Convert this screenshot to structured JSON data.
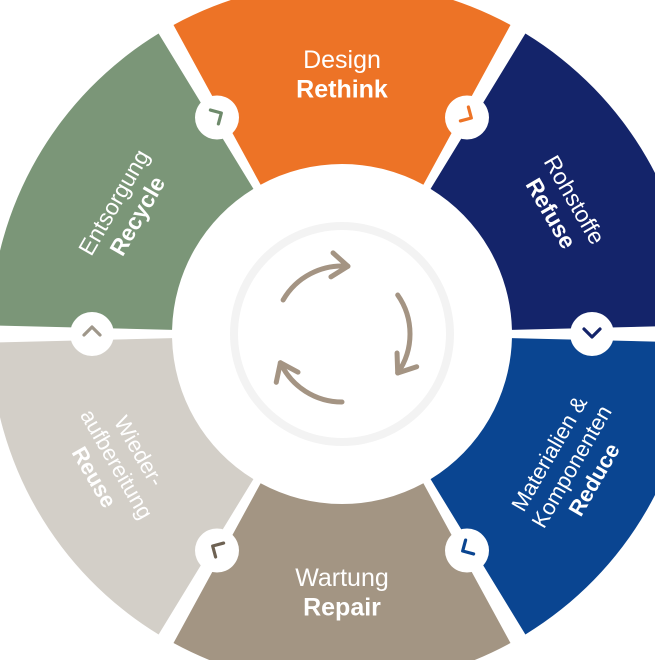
{
  "diagram": {
    "segments": [
      {
        "key": "design",
        "lines": [
          "Design"
        ],
        "strong": "Rethink",
        "color": "#ED7326",
        "text_color": "#ffffff",
        "marker_color": "#ED7326"
      },
      {
        "key": "rohstoffe",
        "lines": [
          "Rohstoffe"
        ],
        "strong": "Refuse",
        "color": "#14246A",
        "text_color": "#ffffff",
        "marker_color": "#14246A"
      },
      {
        "key": "materialien",
        "lines": [
          "Materialien &",
          "Komponenten"
        ],
        "strong": "Reduce",
        "color": "#0A4591",
        "text_color": "#ffffff",
        "marker_color": "#0A4591"
      },
      {
        "key": "wartung",
        "lines": [
          "Wartung"
        ],
        "strong": "Repair",
        "color": "#A39583",
        "text_color": "#ffffff",
        "marker_color": "#6E6253"
      },
      {
        "key": "wieder",
        "lines": [
          "Wieder-",
          "aufbereitung"
        ],
        "strong": "Reuse",
        "color": "#D3CFC8",
        "text_color": "#ffffff",
        "marker_color": "#9F978A"
      },
      {
        "key": "entsorgung",
        "lines": [
          "Entsorgung"
        ],
        "strong": "Recycle",
        "color": "#7B9678",
        "text_color": "#ffffff",
        "marker_color": "#6E8A6B"
      }
    ],
    "center": {
      "icon": "circular-arrows-icon",
      "ring_color": "#F3F3F3",
      "arrow_color": "#A49483"
    }
  }
}
